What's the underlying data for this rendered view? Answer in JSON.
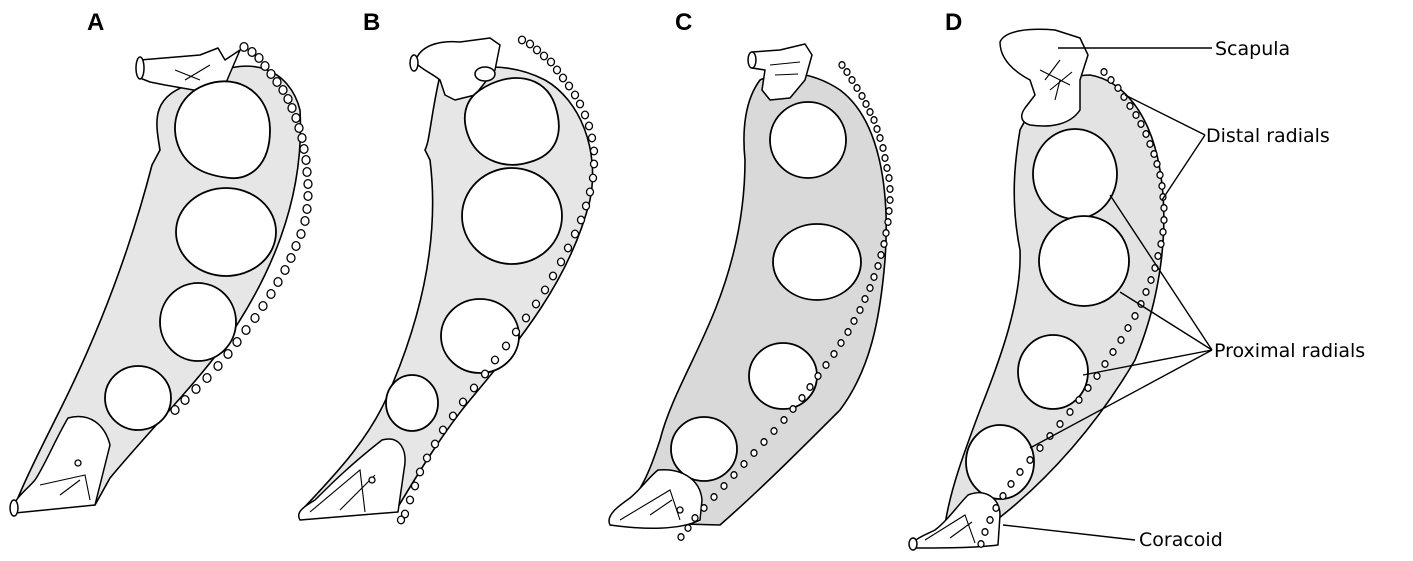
{
  "panels": [
    {
      "letter": "A",
      "fill": "#e6e6e6"
    },
    {
      "letter": "B",
      "fill": "#e6e6e6"
    },
    {
      "letter": "C",
      "fill": "#d9d9d9"
    },
    {
      "letter": "D",
      "fill": "#e3e3e3"
    }
  ],
  "callouts": {
    "scapula": "Scapula",
    "distal_radials": "Distal radials",
    "proximal_radials": "Proximal radials",
    "coracoid": "Coracoid"
  },
  "colors": {
    "outline": "#000000",
    "background": "#ffffff"
  }
}
